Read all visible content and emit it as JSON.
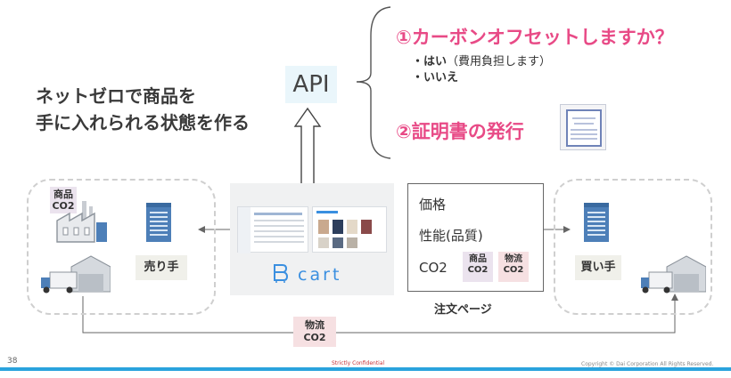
{
  "headline": {
    "line1": "ネットゼロで商品を",
    "line2": "手に入れられる状態を作る"
  },
  "api_label": "API",
  "questions": {
    "q1": "①カーボンオフセットしますか？",
    "opt_yes": "・はい",
    "opt_yes_note": "（費用負担します）",
    "opt_no": "・いいえ",
    "q2": "②証明書の発行"
  },
  "seller": {
    "tag_line1": "商品",
    "tag_line2": "CO2",
    "label": "売り手"
  },
  "cart": {
    "logo_text": "cart"
  },
  "order_page": {
    "price": "価格",
    "performance": "性能(品質)",
    "co2": "CO2",
    "tag_product_line1": "商品",
    "tag_product_line2": "CO2",
    "tag_logistics_line1": "物流",
    "tag_logistics_line2": "CO2",
    "caption": "注文ページ"
  },
  "buyer": {
    "label": "買い手"
  },
  "flow_tag": {
    "line1": "物流",
    "line2": "CO2"
  },
  "footer": {
    "page_number": "38",
    "confidential": "Strictly Confidential",
    "copyright": "Copyright © Dai Corporation All Rights Reserved."
  },
  "colors": {
    "accent_pink": "#e84a86",
    "footer_blue": "#2aa3dd",
    "api_bg": "#eaf6fb",
    "tag_purple": "#ebe3ee",
    "tag_pink": "#f6e0e2",
    "logo_blue": "#3a8fe0"
  }
}
